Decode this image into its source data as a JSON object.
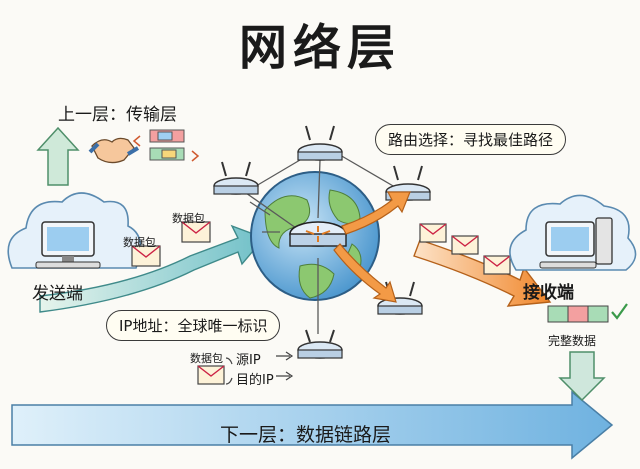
{
  "title": "网络层",
  "upper_layer": "上一层：传输层",
  "route_bubble": "路由选择：寻找最佳路径",
  "ip_bubble": "IP地址：全球唯一标识",
  "sender": "发送端",
  "receiver": "接收端",
  "complete_data": "完整数据",
  "lower_layer": "下一层：数据链路层",
  "packet_labels": [
    "数据包",
    "数据包",
    "数据包"
  ],
  "source_ip": "源IP",
  "dest_ip": "目的IP",
  "colors": {
    "green_arrow": "#7cc3a0",
    "blue_arrow": "#7fb7e0",
    "orange_arrow": "#f08a2a",
    "globe_blue": "#5aa5d8",
    "globe_green": "#8cc870",
    "cloud_fill": "#e6f1fa"
  }
}
